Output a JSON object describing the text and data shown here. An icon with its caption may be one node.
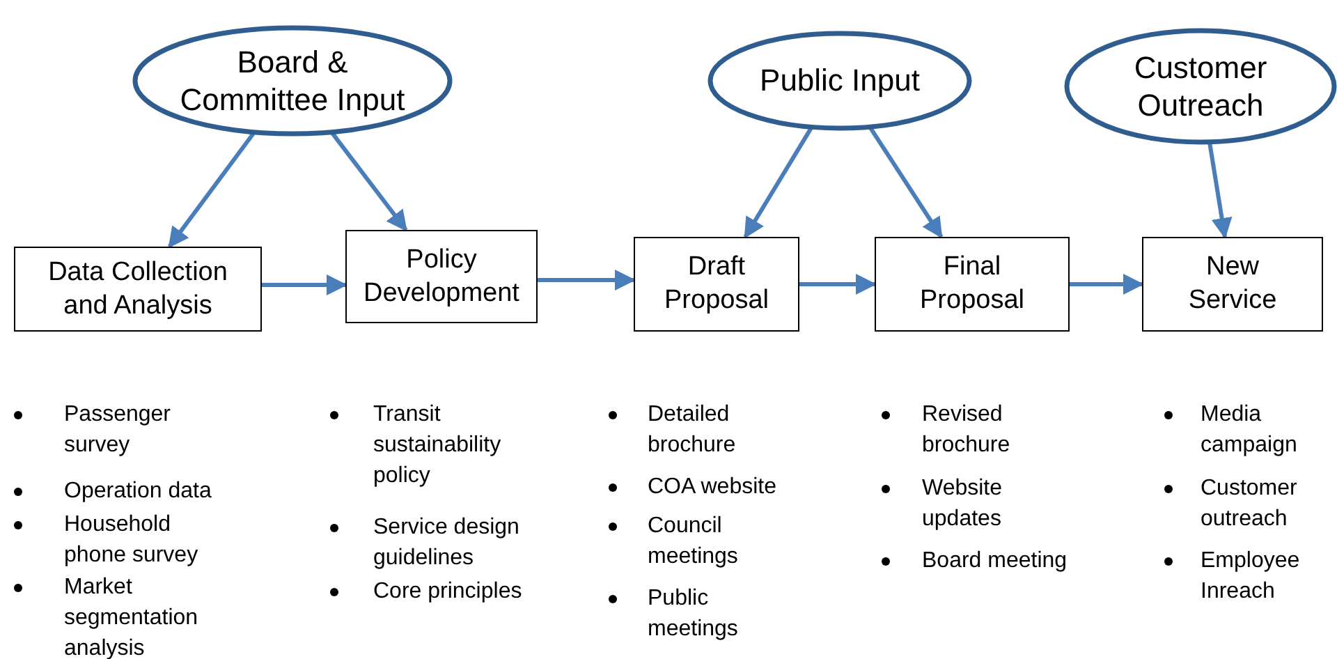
{
  "diagram": {
    "nodes": [
      {
        "text": [
          "Board & Committee Input"
        ]
      },
      {
        "text": [
          "Public Input"
        ]
      },
      {
        "text": [
          "Customer Outreach"
        ]
      },
      {
        "text": [
          "Data Collection and Analysis"
        ]
      },
      {
        "text": [
          "Policy Development"
        ]
      },
      {
        "text": [
          "Draft Proposal"
        ]
      },
      {
        "text": [
          "Final Proposal"
        ]
      },
      {
        "text": [
          "New Service"
        ]
      }
    ],
    "edges": [
      {
        "from": 0,
        "to": 3,
        "arrow": "to"
      },
      {
        "from": 0,
        "to": 4,
        "arrow": "to"
      },
      {
        "from": 1,
        "to": 5,
        "arrow": "to"
      },
      {
        "from": 1,
        "to": 6,
        "arrow": "to"
      },
      {
        "from": 2,
        "to": 7,
        "arrow": "to"
      },
      {
        "from": 3,
        "to": 4,
        "arrow": "to"
      },
      {
        "from": 4,
        "to": 5,
        "arrow": "to"
      },
      {
        "from": 5,
        "to": 6,
        "arrow": "to"
      },
      {
        "from": 6,
        "to": 7,
        "arrow": "to"
      }
    ],
    "labels": [
      "Passenger survey",
      "Operation data",
      "Household phone survey",
      "Market segmentation analysis",
      "Transit sustainability policy",
      "Service design guidelines",
      "Core principles",
      "Detailed brochure",
      "COA website",
      "Council meetings",
      "Public meetings",
      "Revised brochure",
      "Website updates",
      "Board meeting",
      "Media campaign",
      "Customer outreach",
      "Employee Inreach"
    ]
  }
}
